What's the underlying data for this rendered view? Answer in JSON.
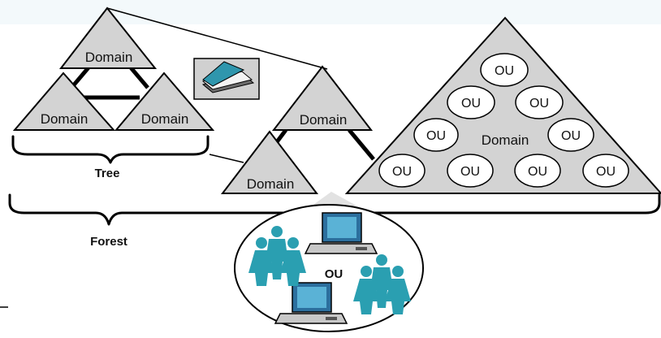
{
  "labels": {
    "domain": "Domain",
    "ou": "OU",
    "tree": "Tree",
    "forest": "Forest"
  },
  "icons": {
    "scanner": "scanner-icon",
    "computer": "computer-icon",
    "users": "user-group-icon"
  },
  "colors": {
    "triangle_fill": "#d3d3d3",
    "people": "#2a9fb1",
    "scanner_lid": "#2f96ad"
  }
}
